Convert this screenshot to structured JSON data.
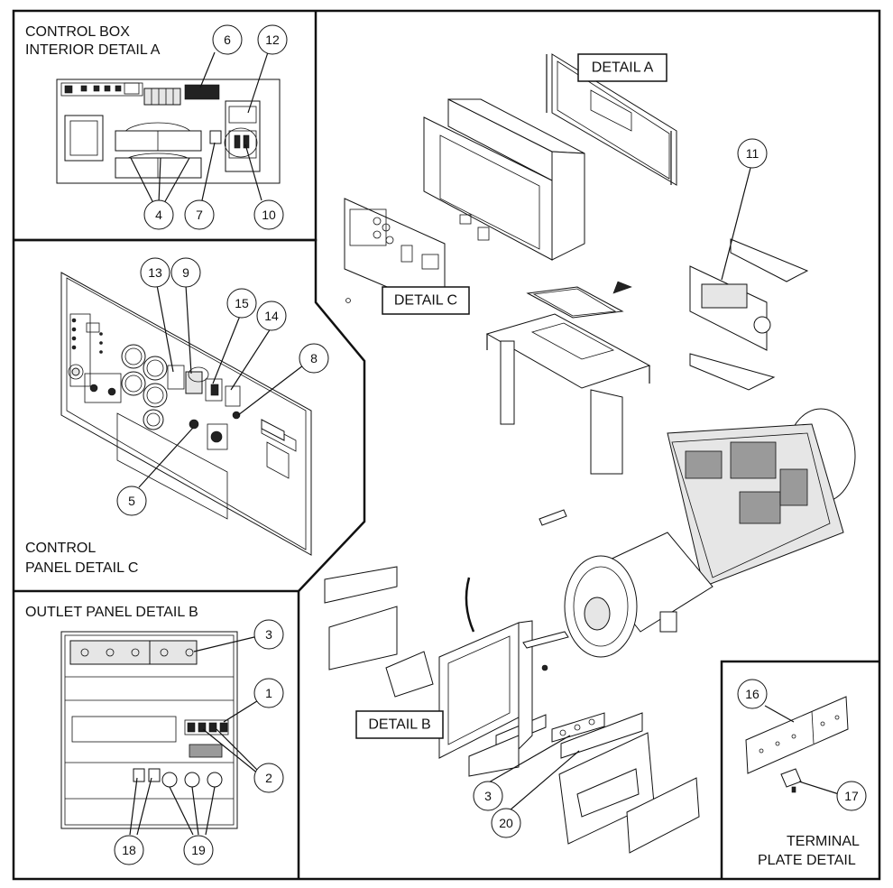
{
  "panels": {
    "control_box": {
      "title_line1": "CONTROL BOX",
      "title_line2": "INTERIOR DETAIL A"
    },
    "control_panel": {
      "title_line1": "CONTROL",
      "title_line2": "PANEL DETAIL C"
    },
    "outlet_panel": {
      "title": "OUTLET PANEL DETAIL B"
    },
    "terminal_plate": {
      "title_line1": "TERMINAL",
      "title_line2": "PLATE DETAIL"
    }
  },
  "callouts": {
    "detail_a": "DETAIL A",
    "detail_b": "DETAIL B",
    "detail_c": "DETAIL C"
  },
  "balloons": {
    "b1": "1",
    "b2": "2",
    "b3a": "3",
    "b3b": "3",
    "b4": "4",
    "b5": "5",
    "b6": "6",
    "b7": "7",
    "b8": "8",
    "b9": "9",
    "b10": "10",
    "b11": "11",
    "b12": "12",
    "b13": "13",
    "b14": "14",
    "b15": "15",
    "b16": "16",
    "b17": "17",
    "b18": "18",
    "b19": "19",
    "b20": "20"
  }
}
